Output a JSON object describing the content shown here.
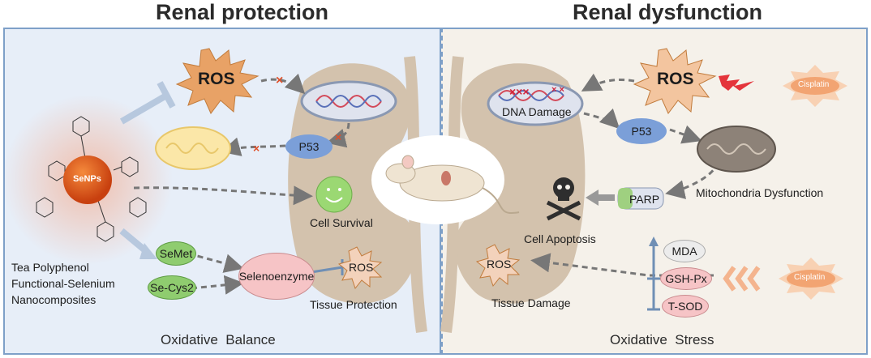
{
  "titles": {
    "left": "Renal protection",
    "right": "Renal dysfunction"
  },
  "left": {
    "ros": "ROS",
    "p53": "P53",
    "senps": "SeNPs",
    "cell_survival": "Cell Survival",
    "semet": "SeMet",
    "secys2": "Se-Cys2",
    "selenoenzyme": "Selenoenzyme",
    "ros_small": "ROS",
    "tissue_protection": "Tissue Protection",
    "nano_lines": [
      "Tea Polyphenol",
      "Functional-Selenium",
      "Nanocomposites"
    ],
    "footer": "Oxidative  Balance"
  },
  "right": {
    "ros": "ROS",
    "cisplatin_top": "Cisplatin",
    "dna_damage": "DNA Damage",
    "p53": "P53",
    "mito": "Mitochondria Dysfunction",
    "parp": "PARP",
    "cell_apoptosis": "Cell Apoptosis",
    "ros_small": "ROS",
    "tissue_damage": "Tissue Damage",
    "mda": "MDA",
    "gshpx": "GSH-Px",
    "tsod": "T-SOD",
    "cisplatin_bottom": "Cisplatin",
    "footer": "Oxidative  Stress"
  },
  "colors": {
    "left_bg": "#e7eef8",
    "right_bg": "#f5f1ea",
    "kidney": "#d3c2ad",
    "border": "#7ea0c8",
    "p53": "#7b9fd8",
    "green": "#8fcc6f",
    "pink": "#f6c4c6",
    "senp": "#e2541a"
  }
}
